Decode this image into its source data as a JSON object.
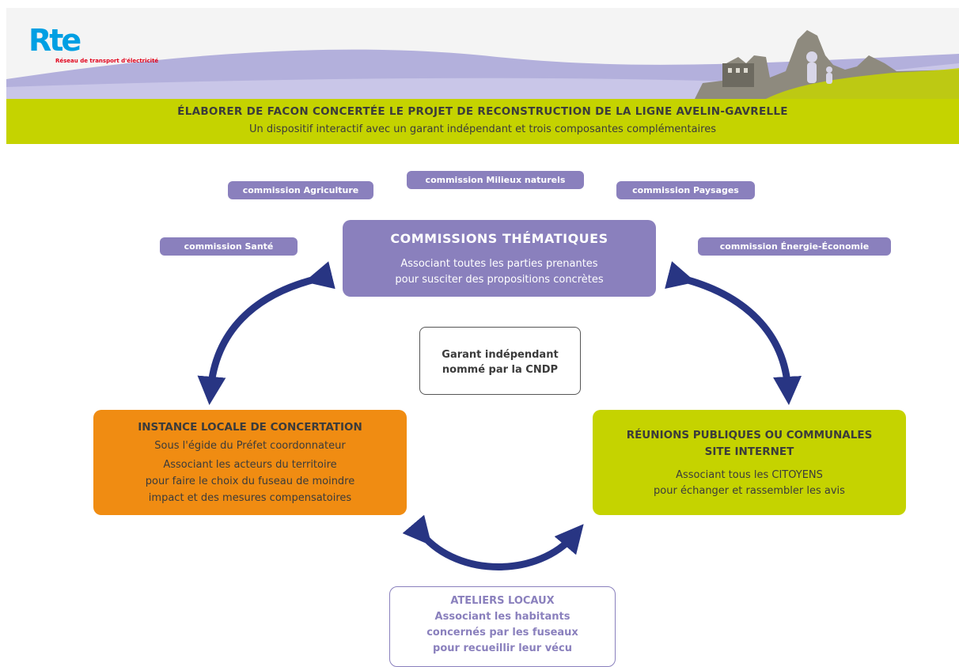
{
  "logo": {
    "mark": "Rte",
    "tagline": "Réseau de transport d'électricité"
  },
  "banner": {
    "title": "ÉLABORER DE FACON CONCERTÉE LE PROJET DE RECONSTRUCTION DE LA LIGNE AVELIN-GAVRELLE",
    "subtitle": "Un dispositif interactif avec un garant indépendant et trois composantes complémentaires"
  },
  "commissions": {
    "agriculture": "commission Agriculture",
    "milieux": "commission Milieux naturels",
    "paysages": "commission Paysages",
    "sante": "commission Santé",
    "energie": "commission Énergie-Économie"
  },
  "thematiques": {
    "title": "COMMISSIONS THÉMATIQUES",
    "line1": "Associant toutes les parties prenantes",
    "line2": "pour susciter des propositions concrètes"
  },
  "garant": {
    "line1": "Garant indépendant",
    "line2": "nommé par la CNDP"
  },
  "instance": {
    "title": "INSTANCE LOCALE DE CONCERTATION",
    "line1": "Sous l'égide du Préfet coordonnateur",
    "line2": "Associant les acteurs du territoire",
    "line3": "pour faire le choix du fuseau de moindre",
    "line4": "impact et des mesures compensatoires"
  },
  "reunions": {
    "title1": "RÉUNIONS PUBLIQUES OU COMMUNALES",
    "title2": "SITE INTERNET",
    "line1": "Associant tous les CITOYENS",
    "line2": "pour échanger et rassembler les avis"
  },
  "ateliers": {
    "title": "ATELIERS LOCAUX",
    "line1": "Associant les habitants",
    "line2": "concernés par les fuseaux",
    "line3": "pour recueillir leur vécu"
  },
  "colors": {
    "purple": "#8a80bd",
    "green": "#c5d300",
    "orange": "#f08c12",
    "arrow": "#283583",
    "logo_blue": "#009fe3",
    "logo_red": "#e2001a"
  }
}
